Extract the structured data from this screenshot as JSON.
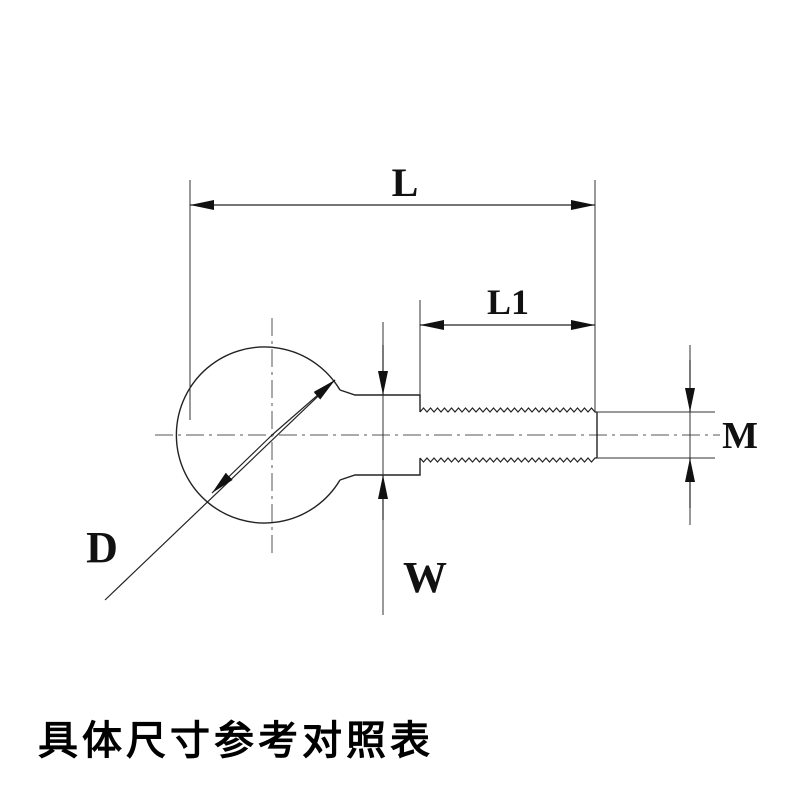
{
  "labels": {
    "L": "L",
    "L1": "L1",
    "M": "M",
    "D": "D",
    "W": "W"
  },
  "caption": "具体尺寸参考对照表",
  "colors": {
    "line": "#222222",
    "centerline": "#555555",
    "background": "#ffffff"
  }
}
